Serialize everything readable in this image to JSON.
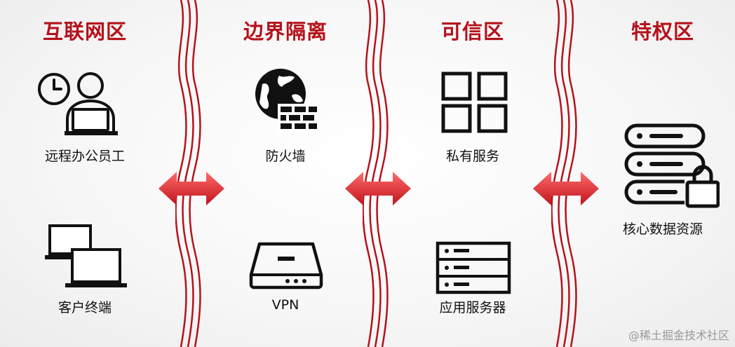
{
  "zones": [
    {
      "title": "互联网区",
      "items": [
        {
          "label": "远程办公员工",
          "icon": "remote-worker-icon"
        },
        {
          "label": "客户终端",
          "icon": "client-terminal-icon"
        }
      ]
    },
    {
      "title": "边界隔离",
      "items": [
        {
          "label": "防火墙",
          "icon": "firewall-icon"
        },
        {
          "label": "VPN",
          "icon": "vpn-icon"
        }
      ]
    },
    {
      "title": "可信区",
      "items": [
        {
          "label": "私有服务",
          "icon": "private-service-icon"
        },
        {
          "label": "应用服务器",
          "icon": "app-server-icon"
        }
      ]
    },
    {
      "title": "特权区",
      "items": [
        {
          "label": "核心数据资源",
          "icon": "core-data-icon"
        }
      ]
    }
  ],
  "colors": {
    "accent": "#b5121b",
    "icon": "#111111"
  },
  "watermark": "@稀土掘金技术社区"
}
